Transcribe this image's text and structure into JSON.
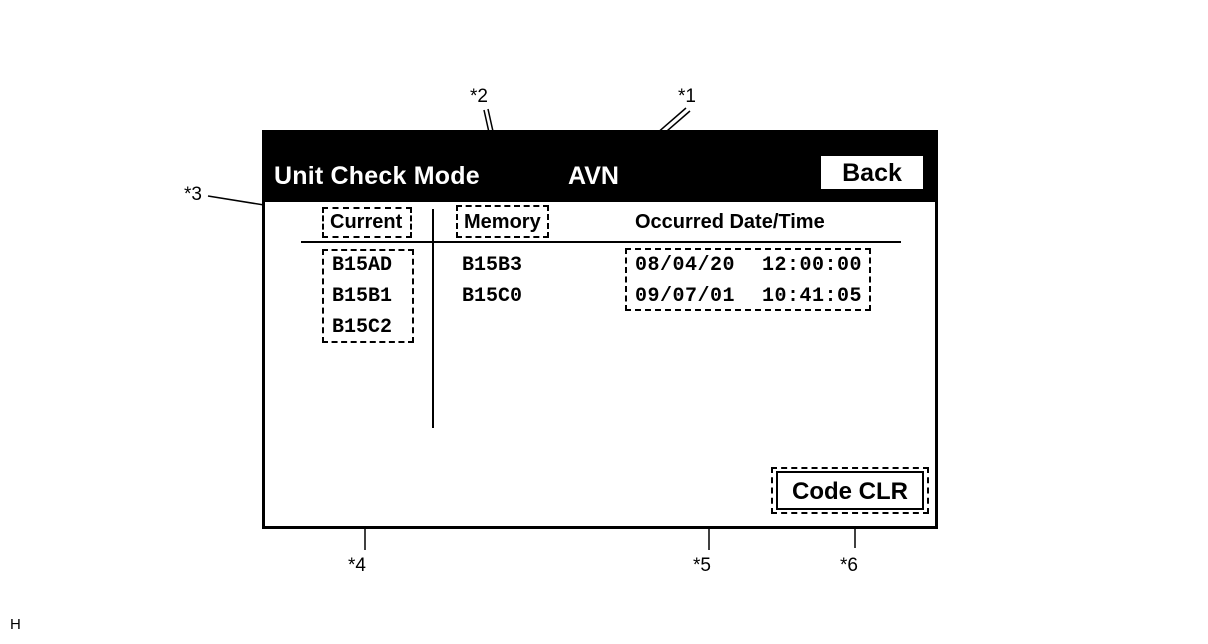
{
  "screen": {
    "app_title": "Unit Check Mode",
    "unit_name": "AVN",
    "back_label": "Back",
    "code_clear_label": "Code CLR"
  },
  "table": {
    "headers": {
      "current": "Current",
      "memory": "Memory",
      "occurred": "Occurred Date/Time"
    },
    "current_codes": [
      "B15AD",
      "B15B1",
      "B15C2"
    ],
    "memory_codes": [
      "B15B3",
      "B15C0"
    ],
    "occurred": [
      {
        "date": "08/04/20",
        "time": "12:00:00"
      },
      {
        "date": "09/07/01",
        "time": "10:41:05"
      }
    ]
  },
  "callouts": {
    "c1": "*1",
    "c2": "*2",
    "c3": "*3",
    "c4": "*4",
    "c5": "*5",
    "c6": "*6"
  },
  "footer_code": "H"
}
